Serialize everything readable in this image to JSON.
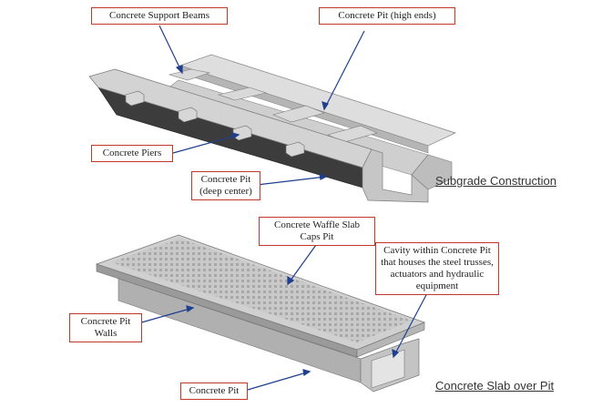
{
  "top": {
    "title": "Subgrade Construction",
    "callouts": {
      "support_beams": "Concrete Support Beams",
      "pit_high_ends": "Concrete Pit (high ends)",
      "piers": "Concrete Piers",
      "pit_deep_line1": "Concrete Pit",
      "pit_deep_line2": "(deep center)"
    }
  },
  "bottom": {
    "title": "Concrete Slab over Pit",
    "callouts": {
      "waffle_line1": "Concrete Waffle Slab",
      "waffle_line2": "Caps Pit",
      "cavity_line1": "Cavity within Concrete Pit",
      "cavity_line2": "that houses the steel trusses,",
      "cavity_line3": "actuators and hydraulic",
      "cavity_line4": "equipment",
      "pit_walls_line1": "Concrete Pit",
      "pit_walls_line2": "Walls",
      "pit": "Concrete Pit"
    }
  },
  "colors": {
    "callout_border": "#c0392b",
    "leader": "#1f3f8f",
    "concrete_light": "#d6d6d6",
    "concrete_mid": "#a9a9a9",
    "concrete_dark": "#3c3c3c"
  }
}
